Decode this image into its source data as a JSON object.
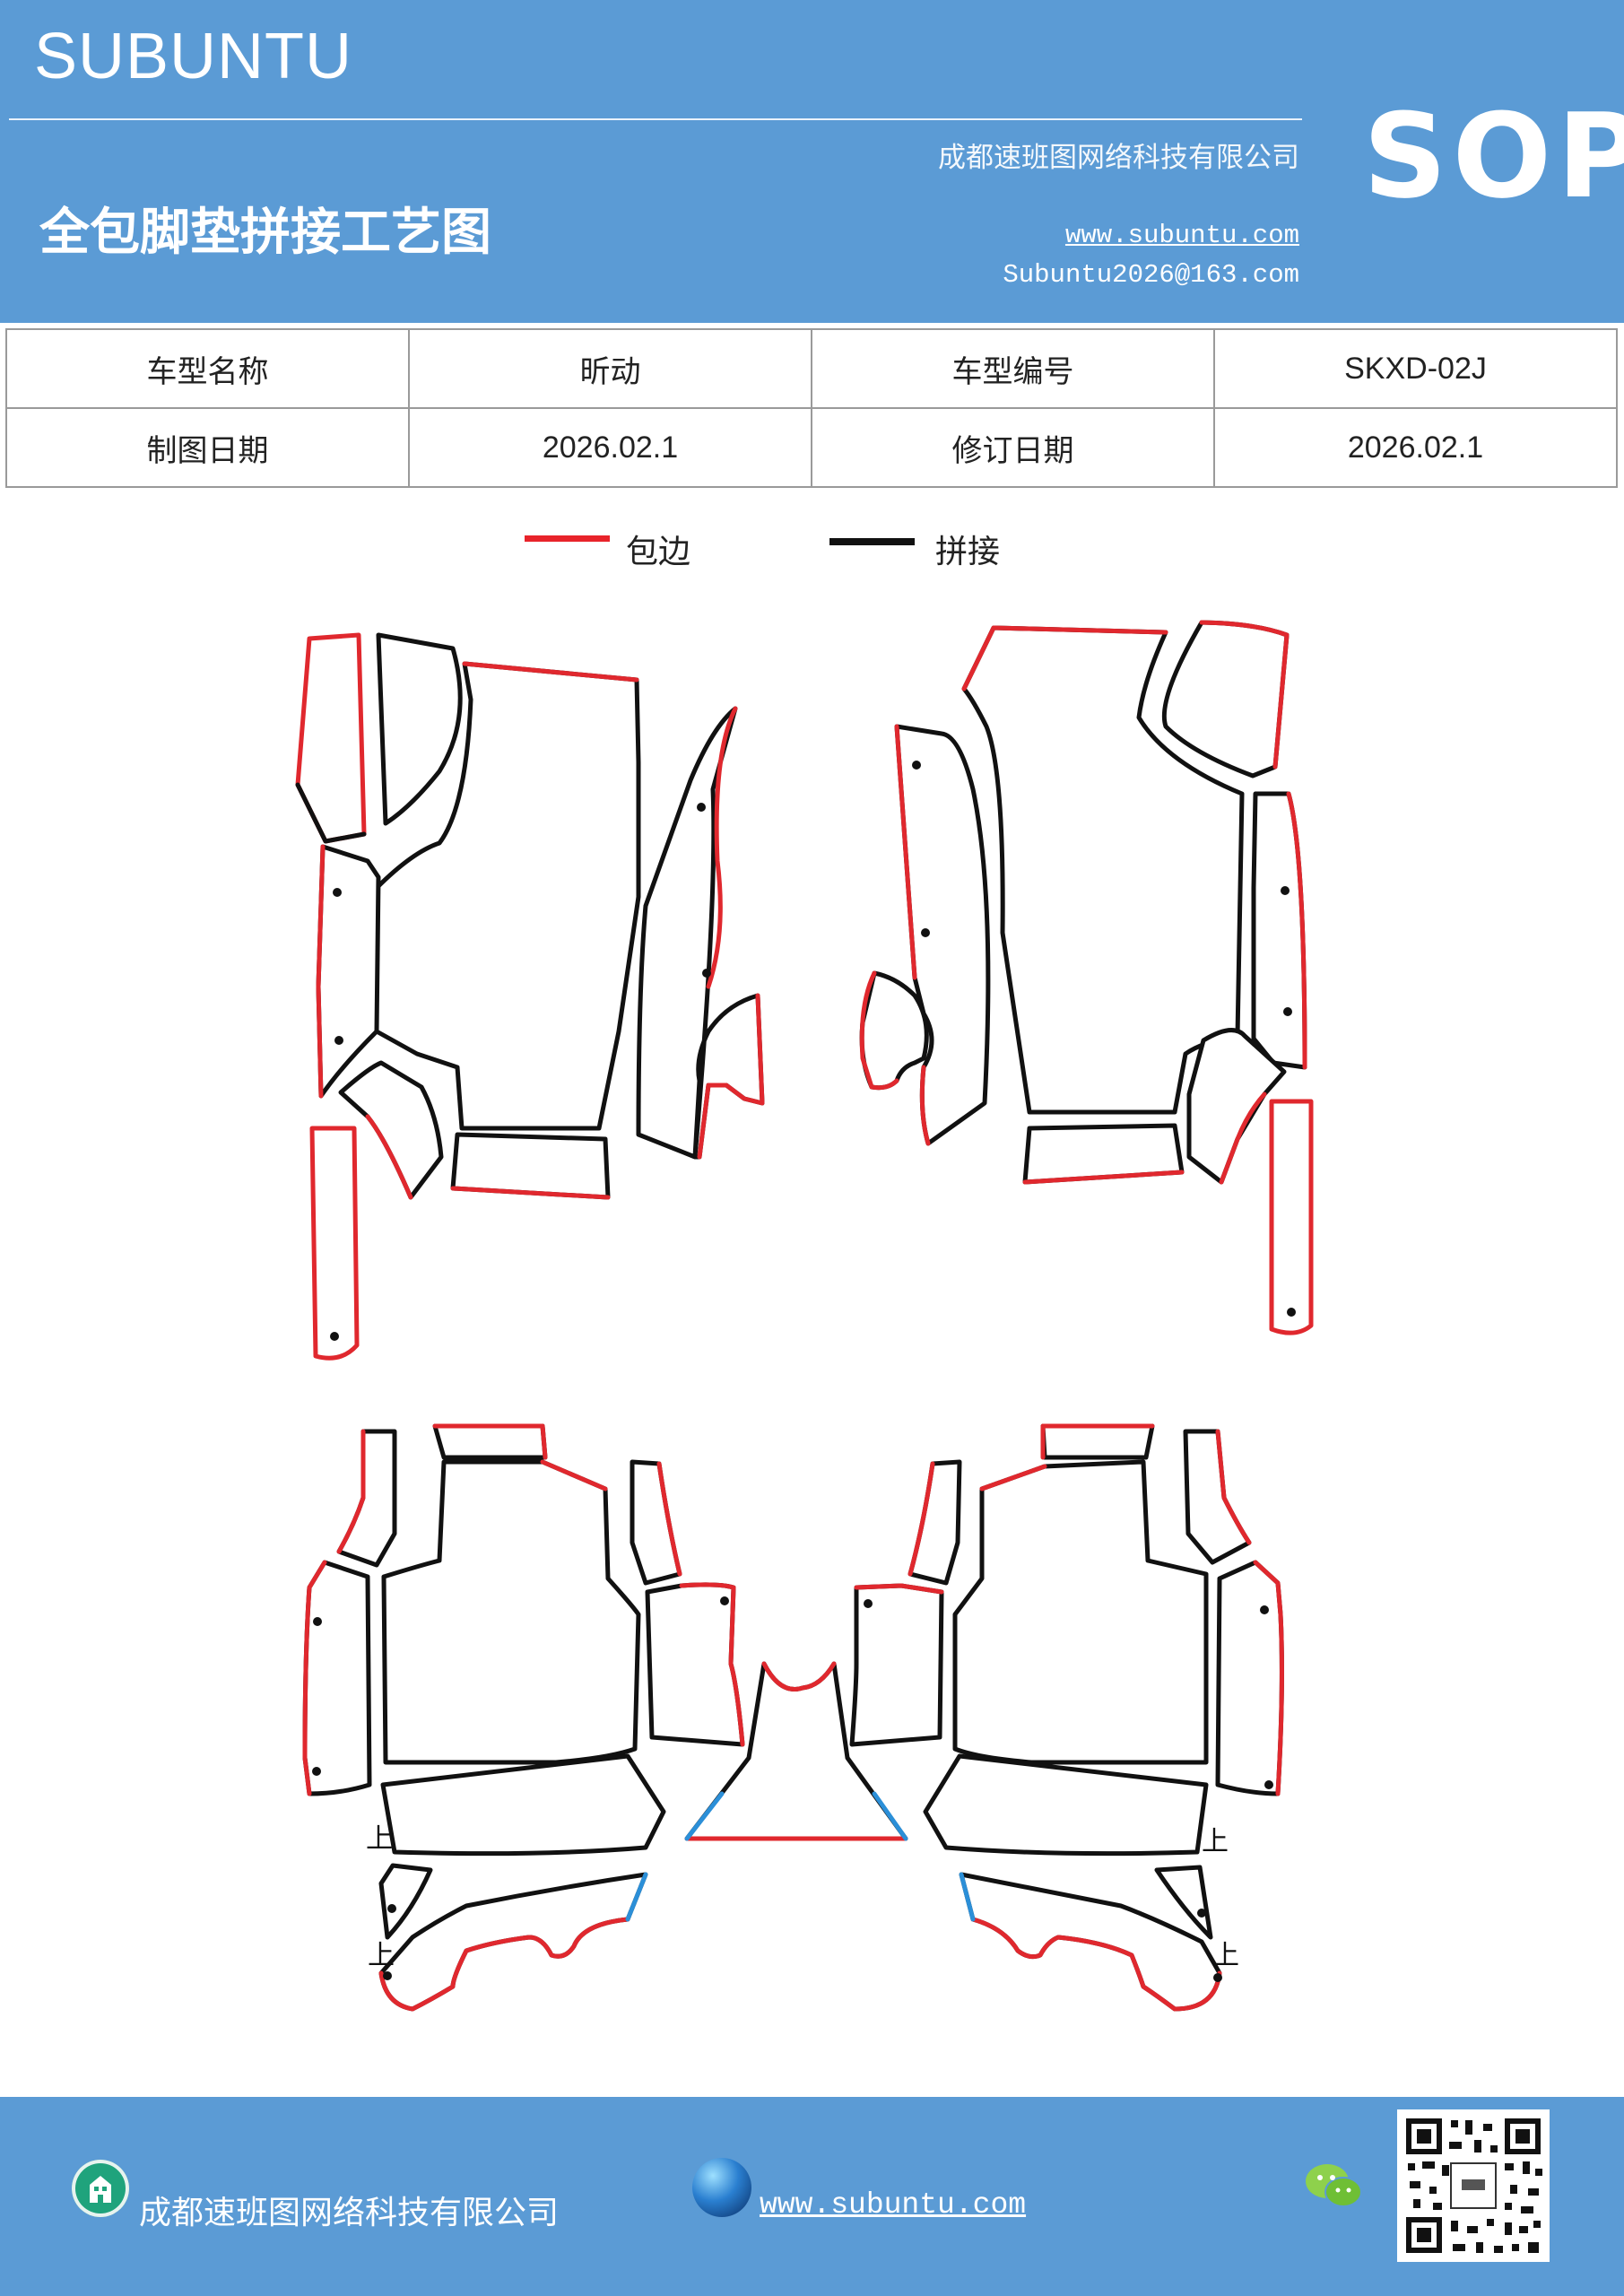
{
  "header": {
    "brand": "SUBUNTU",
    "company": "成都速班图网络科技有限公司",
    "title": "全包脚垫拼接工艺图",
    "website": "www.subuntu.com",
    "email": "Subuntu2026@163.com",
    "badge": "SOP"
  },
  "info_table": {
    "rows": [
      [
        {
          "text": "车型名称"
        },
        {
          "text": "昕动"
        },
        {
          "text": "车型编号"
        },
        {
          "text": "SKXD-02J"
        }
      ],
      [
        {
          "text": "制图日期"
        },
        {
          "text": "2026.02.1"
        },
        {
          "text": "修订日期"
        },
        {
          "text": "2026.02.1"
        }
      ]
    ]
  },
  "legend": {
    "items": [
      {
        "label": "包边",
        "color": "#e8232a"
      },
      {
        "label": "拼接",
        "color": "#111111"
      }
    ]
  },
  "diagram": {
    "marker_label": "上",
    "colors": {
      "edge": "#e0282e",
      "seam": "#111111",
      "cut": "#2b8fd8",
      "fill": "#ffffff"
    }
  },
  "footer": {
    "company": "成都速班图网络科技有限公司",
    "website": "www.subuntu.com",
    "icons": [
      "house-icon",
      "globe-icon",
      "wechat-icon",
      "qr-code"
    ]
  }
}
